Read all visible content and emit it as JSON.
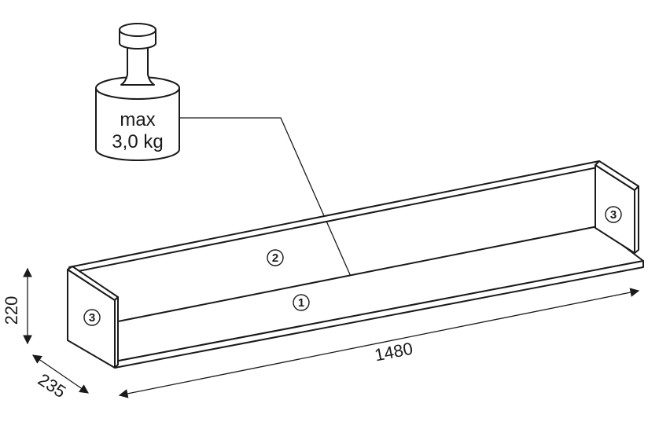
{
  "weight": {
    "line1": "max",
    "line2": "3,0 kg"
  },
  "parts": {
    "bottom": "1",
    "back": "2",
    "side": "3"
  },
  "dimensions": {
    "height": "220",
    "depth": "235",
    "width": "1480"
  },
  "colors": {
    "ink": "#1a1a1a",
    "paper": "#ffffff"
  }
}
